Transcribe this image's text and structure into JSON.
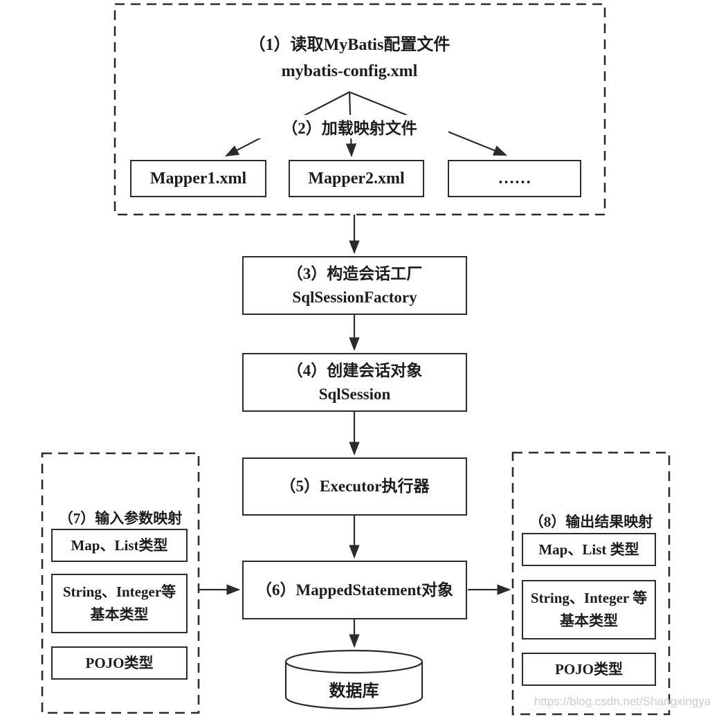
{
  "colors": {
    "line": "#2b2b2b",
    "text": "#1c1c1c",
    "box_background": "#ffffff",
    "watermark": "#c7cdd5",
    "background": "#ffffff"
  },
  "config_block": {
    "step1_line1": "（1）读取MyBatis配置文件",
    "step1_line2": "mybatis-config.xml",
    "step2_label": "（2）加载映射文件",
    "mappers": [
      "Mapper1.xml",
      "Mapper2.xml",
      "……"
    ]
  },
  "steps": [
    {
      "line1": "（3）构造会话工厂",
      "line2": "SqlSessionFactory"
    },
    {
      "line1": "（4）创建会话对象",
      "line2": "SqlSession"
    },
    {
      "line1": "（5）Executor执行器",
      "line2": ""
    },
    {
      "line1": "（6）MappedStatement对象",
      "line2": ""
    }
  ],
  "database": {
    "label": "数据库"
  },
  "input_panel": {
    "title": "（7）输入参数映射",
    "items": [
      {
        "line1": "Map、List类型",
        "line2": ""
      },
      {
        "line1": "String、Integer等",
        "line2": "基本类型"
      },
      {
        "line1": "POJO类型",
        "line2": ""
      }
    ]
  },
  "output_panel": {
    "title": "（8）输出结果映射",
    "items": [
      {
        "line1": "Map、List 类型",
        "line2": ""
      },
      {
        "line1": "String、Integer 等",
        "line2": "基本类型"
      },
      {
        "line1": "POJO类型",
        "line2": ""
      }
    ]
  },
  "watermark": "https://blog.csdn.net/Shangxingya"
}
